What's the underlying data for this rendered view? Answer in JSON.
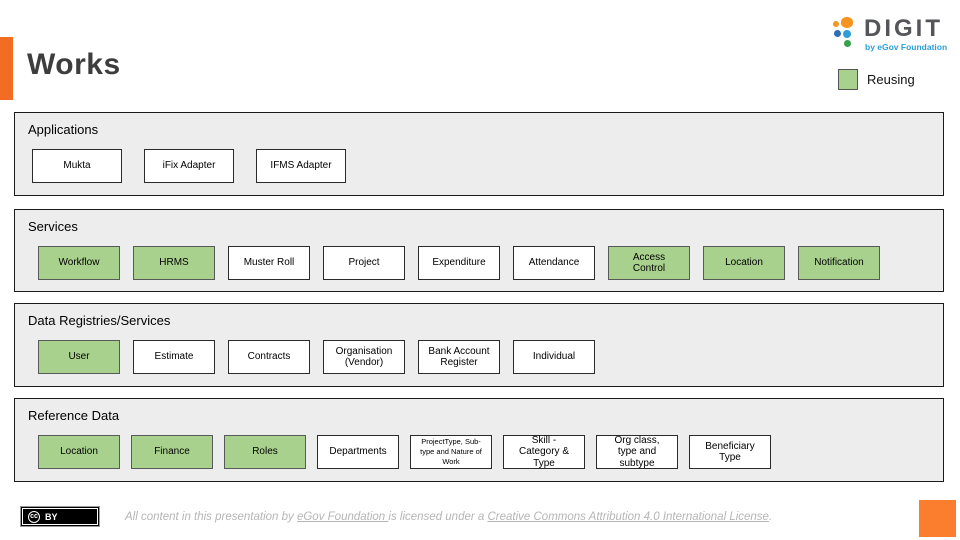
{
  "header": {
    "title": "Works"
  },
  "logo": {
    "name": "DIGIT",
    "tagline": "by eGov Foundation"
  },
  "legend": {
    "label": "Reusing"
  },
  "colors": {
    "reusing_green": "#A9D18E",
    "accent_orange": "#F26C24",
    "corner_orange": "#FB7D2E",
    "section_bg": "#EDEDED"
  },
  "sections": [
    {
      "title": "Applications",
      "items": [
        {
          "label": "Mukta",
          "reusing": false
        },
        {
          "label": "iFix Adapter",
          "reusing": false
        },
        {
          "label": "IFMS Adapter",
          "reusing": false
        }
      ]
    },
    {
      "title": "Services",
      "items": [
        {
          "label": "Workflow",
          "reusing": true
        },
        {
          "label": "HRMS",
          "reusing": true
        },
        {
          "label": "Muster Roll",
          "reusing": false
        },
        {
          "label": "Project",
          "reusing": false
        },
        {
          "label": "Expenditure",
          "reusing": false
        },
        {
          "label": "Attendance",
          "reusing": false
        },
        {
          "label": "Access Control",
          "reusing": true
        },
        {
          "label": "Location",
          "reusing": true
        },
        {
          "label": "Notification",
          "reusing": true
        }
      ]
    },
    {
      "title": "Data Registries/Services",
      "items": [
        {
          "label": "User",
          "reusing": true
        },
        {
          "label": "Estimate",
          "reusing": false
        },
        {
          "label": "Contracts",
          "reusing": false
        },
        {
          "label": "Organisation (Vendor)",
          "reusing": false
        },
        {
          "label": "Bank Account Register",
          "reusing": false
        },
        {
          "label": "Individual",
          "reusing": false
        }
      ]
    },
    {
      "title": "Reference Data",
      "items": [
        {
          "label": "Location",
          "reusing": true
        },
        {
          "label": "Finance",
          "reusing": true
        },
        {
          "label": "Roles",
          "reusing": true
        },
        {
          "label": "Departments",
          "reusing": false
        },
        {
          "label": "ProjectType, Sub-type and Nature of Work",
          "reusing": false
        },
        {
          "label": "Skill - Category & Type",
          "reusing": false
        },
        {
          "label": "Org class, type and subtype",
          "reusing": false
        },
        {
          "label": "Beneficiary Type",
          "reusing": false
        }
      ]
    }
  ],
  "footer": {
    "cc_circle": "cc",
    "cc_label": "BY",
    "text_prefix": "All content in this presentation by ",
    "link1": "eGov Foundation ",
    "text_mid": "is licensed under a ",
    "link2": "Creative Commons Attribution 4.0 International License",
    "text_suffix": "."
  }
}
